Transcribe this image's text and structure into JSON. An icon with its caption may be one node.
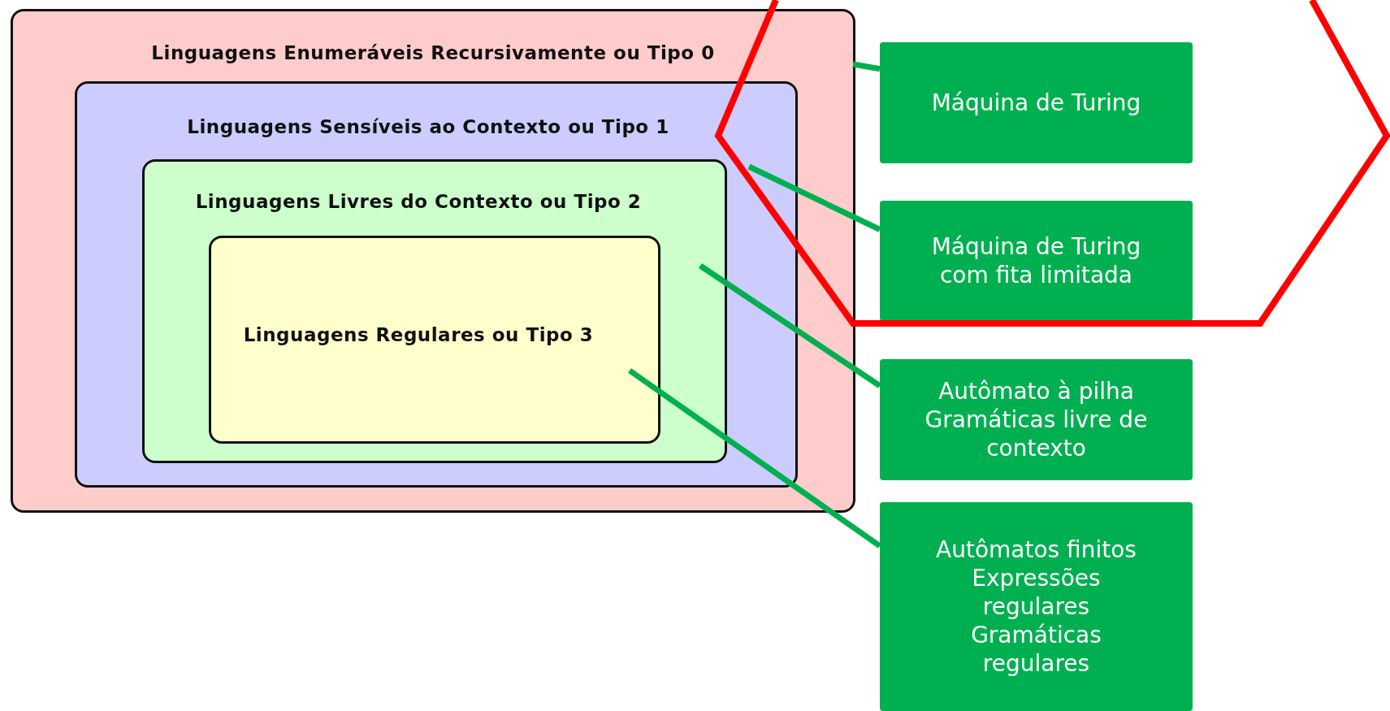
{
  "diagram": {
    "nodes": [
      {
        "text": [
          "Linguagens Enumeráveis Recursivamente ou Tipo 0"
        ]
      },
      {
        "text": [
          "Linguagens Sensíveis ao Contexto ou Tipo 1"
        ],
        "in": 0
      },
      {
        "text": [
          "Linguagens Livres do Contexto ou Tipo 2"
        ],
        "in": 1
      },
      {
        "text": [
          "Linguagens Regulares ou Tipo 3"
        ],
        "in": 2
      },
      {
        "text": [
          "Máquina de Turing"
        ]
      },
      {
        "text": [
          "Máquina de Turing com fita limitada"
        ]
      },
      {
        "text": [
          "Autômato à pilha Gramáticas livre de contexto"
        ]
      },
      {
        "text": [
          "Autômatos finitos Expressões regulares Gramáticas regulares"
        ]
      }
    ],
    "edges": [
      {
        "from": 0,
        "to": 4,
        "arrow": "none"
      },
      {
        "from": 1,
        "to": 5,
        "arrow": "none"
      },
      {
        "from": 2,
        "to": 6,
        "arrow": "none"
      },
      {
        "from": 3,
        "to": 7,
        "arrow": "none"
      }
    ]
  }
}
